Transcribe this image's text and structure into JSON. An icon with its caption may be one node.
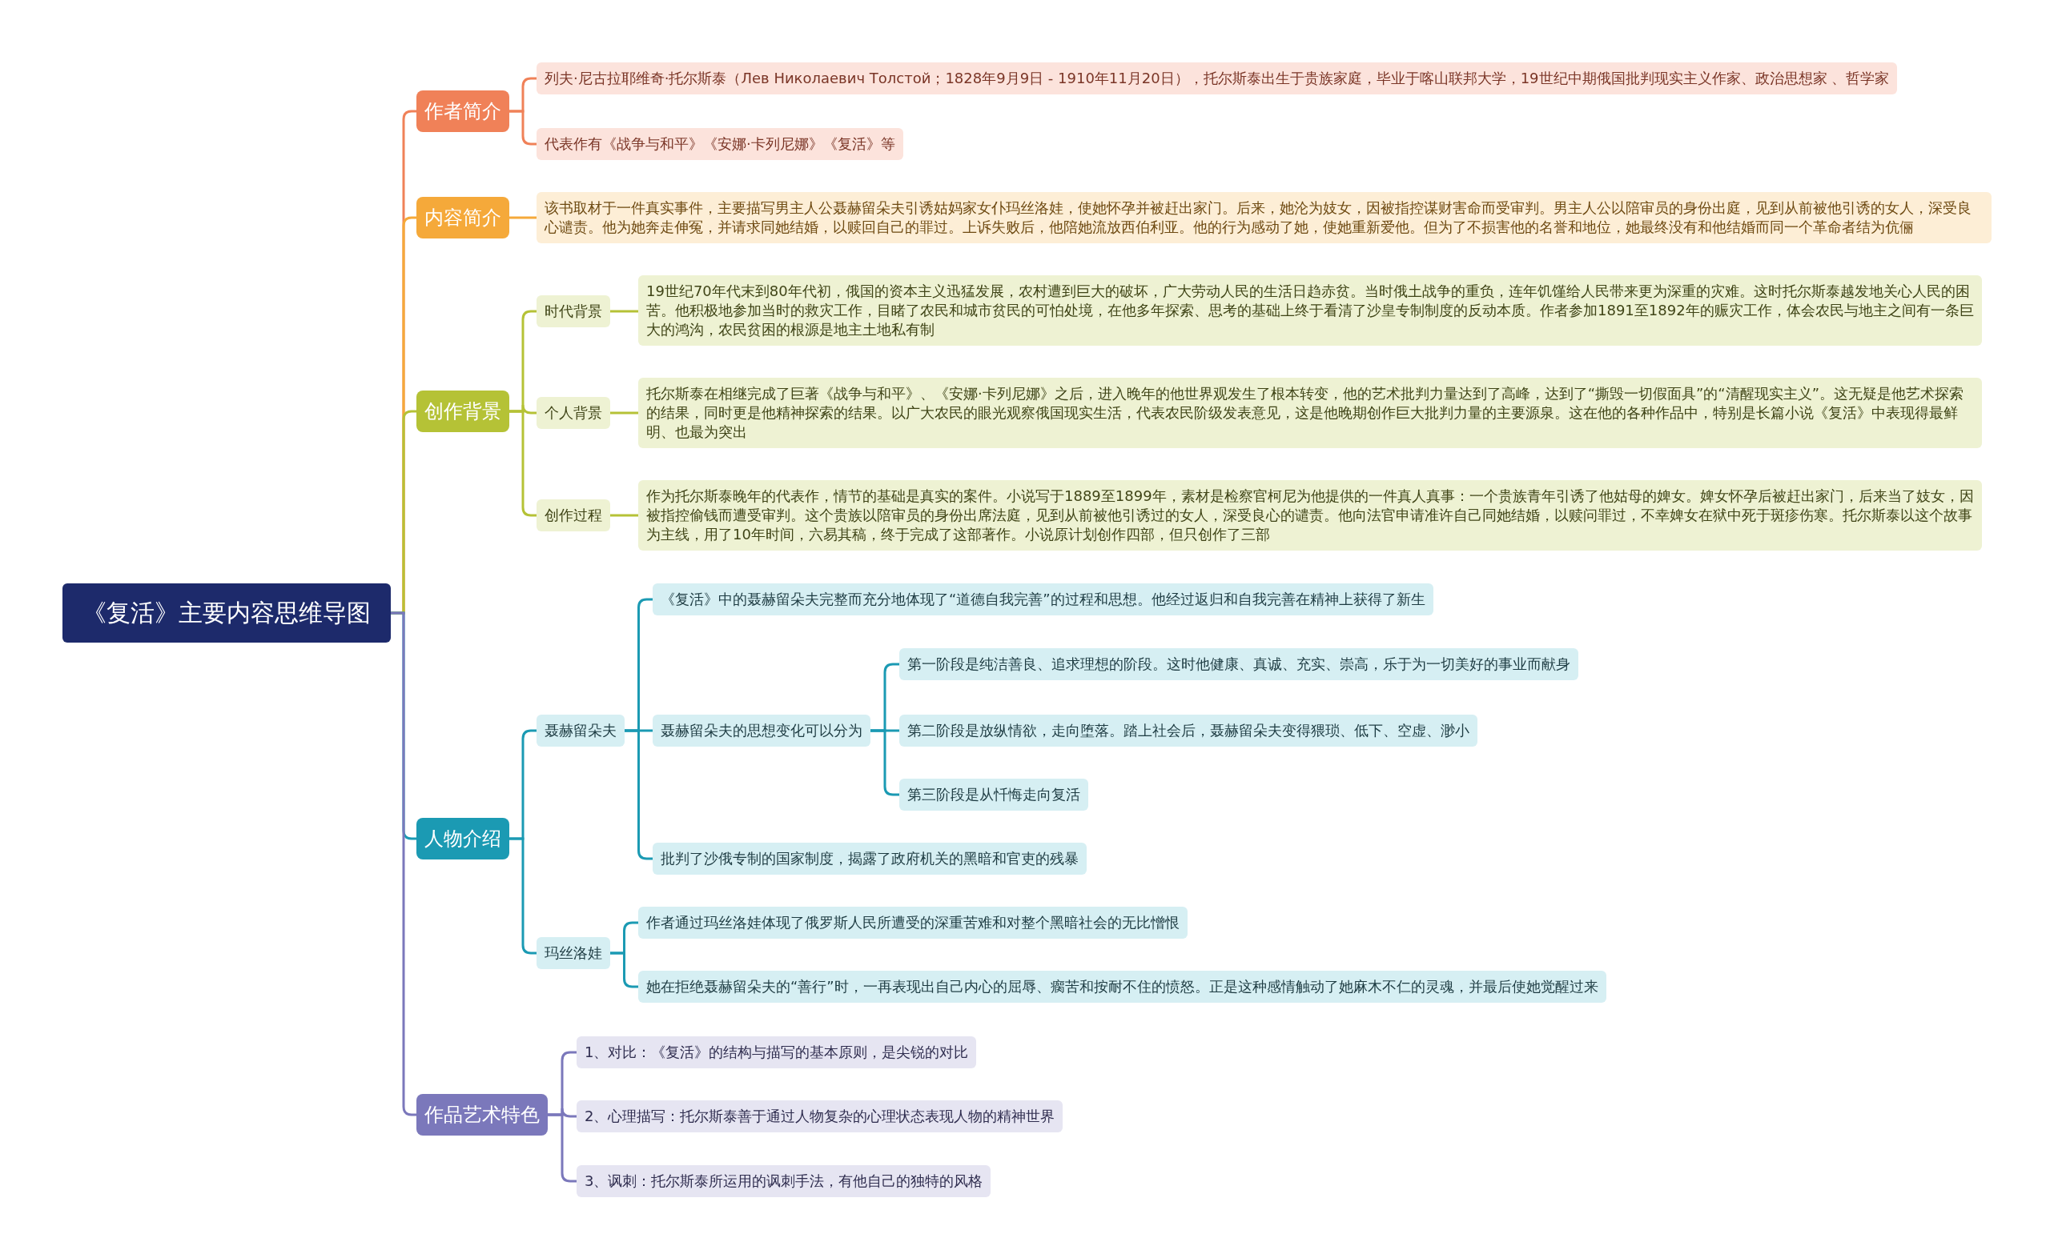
{
  "diagram": {
    "nodes": [
      {
        "text": [
          "《复活》主要内容思维导图"
        ]
      },
      {
        "text": [
          "作者简介"
        ]
      },
      {
        "text": [
          "列夫·尼古拉耶维奇·托尔斯泰（Лев Николаевич Толстой；1828年9月9日 - 1910年11月20日），托尔斯泰出生于贵族家庭，毕业于喀山联邦大学，19世纪中期俄国批判现实主义作家、政治思想家 、哲学家"
        ]
      },
      {
        "text": [
          "代表作有《战争与和平》《安娜·卡列尼娜》《复活》等"
        ]
      },
      {
        "text": [
          "内容简介"
        ]
      },
      {
        "text": [
          "该书取材于一件真实事件，主要描写男主人公聂赫留朵夫引诱姑妈家女仆玛丝洛娃，使她怀孕并被赶出家门。后来，她沦为妓女，因被指控谋财害命而受审判。男主人公以陪审员的身份出庭，见到从前被他引诱的女人，深受良心谴责。他为她奔走伸冤，并请求同她结婚，以赎回自己的罪过。上诉失败后，他陪她流放西伯利亚。他的行为感动了她，使她重新爱他。但为了不损害他的名誉和地位，她最终没有和他结婚而同一个革命者结为伉俪"
        ]
      },
      {
        "text": [
          "创作背景"
        ]
      },
      {
        "text": [
          "时代背景"
        ]
      },
      {
        "text": [
          "19世纪70年代末到80年代初，俄国的资本主义迅猛发展，农村遭到巨大的破坏，广大劳动人民的生活日趋赤贫。当时俄土战争的重负，连年饥馑给人民带来更为深重的灾难。这时托尔斯泰越发地关心人民的困苦。他积极地参加当时的救灾工作，目睹了农民和城市贫民的可怕处境，在他多年探索、思考的基础上终于看清了沙皇专制制度的反动本质。作者参加1891至1892年的赈灾工作，体会农民与地主之间有一条巨大的鸿沟，农民贫困的根源是地主土地私有制"
        ]
      },
      {
        "text": [
          "个人背景"
        ]
      },
      {
        "text": [
          "托尔斯泰在相继完成了巨著《战争与和平》、《安娜·卡列尼娜》之后，进入晚年的他世界观发生了根本转变，他的艺术批判力量达到了高峰，达到了“撕毁一切假面具”的“清醒现实主义”。这无疑是他艺术探索的结果，同时更是他精神探索的结果。以广大农民的眼光观察俄国现实生活，代表农民阶级发表意见，这是他晚期创作巨大批判力量的主要源泉。这在他的各种作品中，特别是长篇小说《复活》中表现得最鲜明、也最为突出"
        ]
      },
      {
        "text": [
          "创作过程"
        ]
      },
      {
        "text": [
          "作为托尔斯泰晚年的代表作，情节的基础是真实的案件。小说写于1889至1899年，素材是检察官柯尼为他提供的一件真人真事：一个贵族青年引诱了他姑母的婢女。婢女怀孕后被赶出家门，后来当了妓女，因被指控偷钱而遭受审判。这个贵族以陪审员的身份出席法庭，见到从前被他引诱过的女人，深受良心的谴责。他向法官申请准许自己同她结婚，以赎问罪过，不幸婢女在狱中死于斑疹伤寒。托尔斯泰以这个故事为主线，用了10年时间，六易其稿，终于完成了这部著作。小说原计划创作四部，但只创作了三部"
        ]
      },
      {
        "text": [
          "人物介绍"
        ]
      },
      {
        "text": [
          "聂赫留朵夫"
        ]
      },
      {
        "text": [
          "《复活》中的聂赫留朵夫完整而充分地体现了“道德自我完善”的过程和思想。他经过返归和自我完善在精神上获得了新生"
        ]
      },
      {
        "text": [
          "聂赫留朵夫的思想变化可以分为"
        ]
      },
      {
        "text": [
          "第一阶段是纯洁善良、追求理想的阶段。这时他健康、真诚、充实、崇高，乐于为一切美好的事业而献身"
        ]
      },
      {
        "text": [
          "第二阶段是放纵情欲，走向堕落。踏上社会后，聂赫留朵夫变得猥琐、低下、空虚、渺小"
        ]
      },
      {
        "text": [
          "第三阶段是从忏悔走向复活"
        ]
      },
      {
        "text": [
          "批判了沙俄专制的国家制度，揭露了政府机关的黑暗和官吏的残暴"
        ]
      },
      {
        "text": [
          "玛丝洛娃"
        ]
      },
      {
        "text": [
          "作者通过玛丝洛娃体现了俄罗斯人民所遭受的深重苦难和对整个黑暗社会的无比憎恨"
        ]
      },
      {
        "text": [
          "她在拒绝聂赫留朵夫的“善行”时，一再表现出自己内心的屈辱、瘸苦和按耐不住的愤怒。正是这种感情触动了她麻木不仁的灵魂，并最后使她觉醒过来"
        ]
      },
      {
        "text": [
          "作品艺术特色"
        ]
      },
      {
        "text": [
          "1、对比：《复活》的结构与描写的基本原则，是尖锐的对比"
        ]
      },
      {
        "text": [
          "2、心理描写：托尔斯泰善于通过人物复杂的心理状态表现人物的精神世界"
        ]
      },
      {
        "text": [
          "3、讽刺：托尔斯泰所运用的讽刺手法，有他自己的独特的风格"
        ]
      }
    ],
    "edges": [
      {
        "from": 0,
        "to": 1,
        "arrow": "none",
        "color": "#f08158"
      },
      {
        "from": 0,
        "to": 4,
        "arrow": "none",
        "color": "#f5a93a"
      },
      {
        "from": 0,
        "to": 6,
        "arrow": "none",
        "color": "#b5c236"
      },
      {
        "from": 0,
        "to": 13,
        "arrow": "none"
      },
      {
        "from": 0,
        "to": 24,
        "arrow": "none",
        "color": "#7b78bb"
      },
      {
        "from": 1,
        "to": 2,
        "arrow": "none",
        "color": "#f08158"
      },
      {
        "from": 1,
        "to": 3,
        "arrow": "none",
        "color": "#f08158"
      },
      {
        "from": 4,
        "to": 5,
        "arrow": "none",
        "color": "#f5a93a"
      },
      {
        "from": 6,
        "to": 7,
        "arrow": "none",
        "color": "#b5c236"
      },
      {
        "from": 6,
        "to": 9,
        "arrow": "none",
        "color": "#b5c236"
      },
      {
        "from": 6,
        "to": 11,
        "arrow": "none",
        "color": "#b5c236"
      },
      {
        "from": 7,
        "to": 8,
        "arrow": "none",
        "color": "#b5c236"
      },
      {
        "from": 9,
        "to": 10,
        "arrow": "none",
        "color": "#b5c236"
      },
      {
        "from": 11,
        "to": 12,
        "arrow": "none",
        "color": "#b5c236"
      },
      {
        "from": 13,
        "to": 14,
        "arrow": "none"
      },
      {
        "from": 13,
        "to": 21,
        "arrow": "none"
      },
      {
        "from": 14,
        "to": 15,
        "arrow": "none"
      },
      {
        "from": 14,
        "to": 16,
        "arrow": "none"
      },
      {
        "from": 14,
        "to": 20,
        "arrow": "none"
      },
      {
        "from": 16,
        "to": 17,
        "arrow": "none"
      },
      {
        "from": 16,
        "to": 18,
        "arrow": "none"
      },
      {
        "from": 16,
        "to": 19,
        "arrow": "none"
      },
      {
        "from": 21,
        "to": 22,
        "arrow": "none"
      },
      {
        "from": 21,
        "to": 23,
        "arrow": "none"
      },
      {
        "from": 24,
        "to": 25,
        "arrow": "none",
        "color": "#7b78bb"
      },
      {
        "from": 24,
        "to": 26,
        "arrow": "none",
        "color": "#7b78bb"
      },
      {
        "from": 24,
        "to": 27,
        "arrow": "none",
        "color": "#7b78bb"
      }
    ]
  }
}
